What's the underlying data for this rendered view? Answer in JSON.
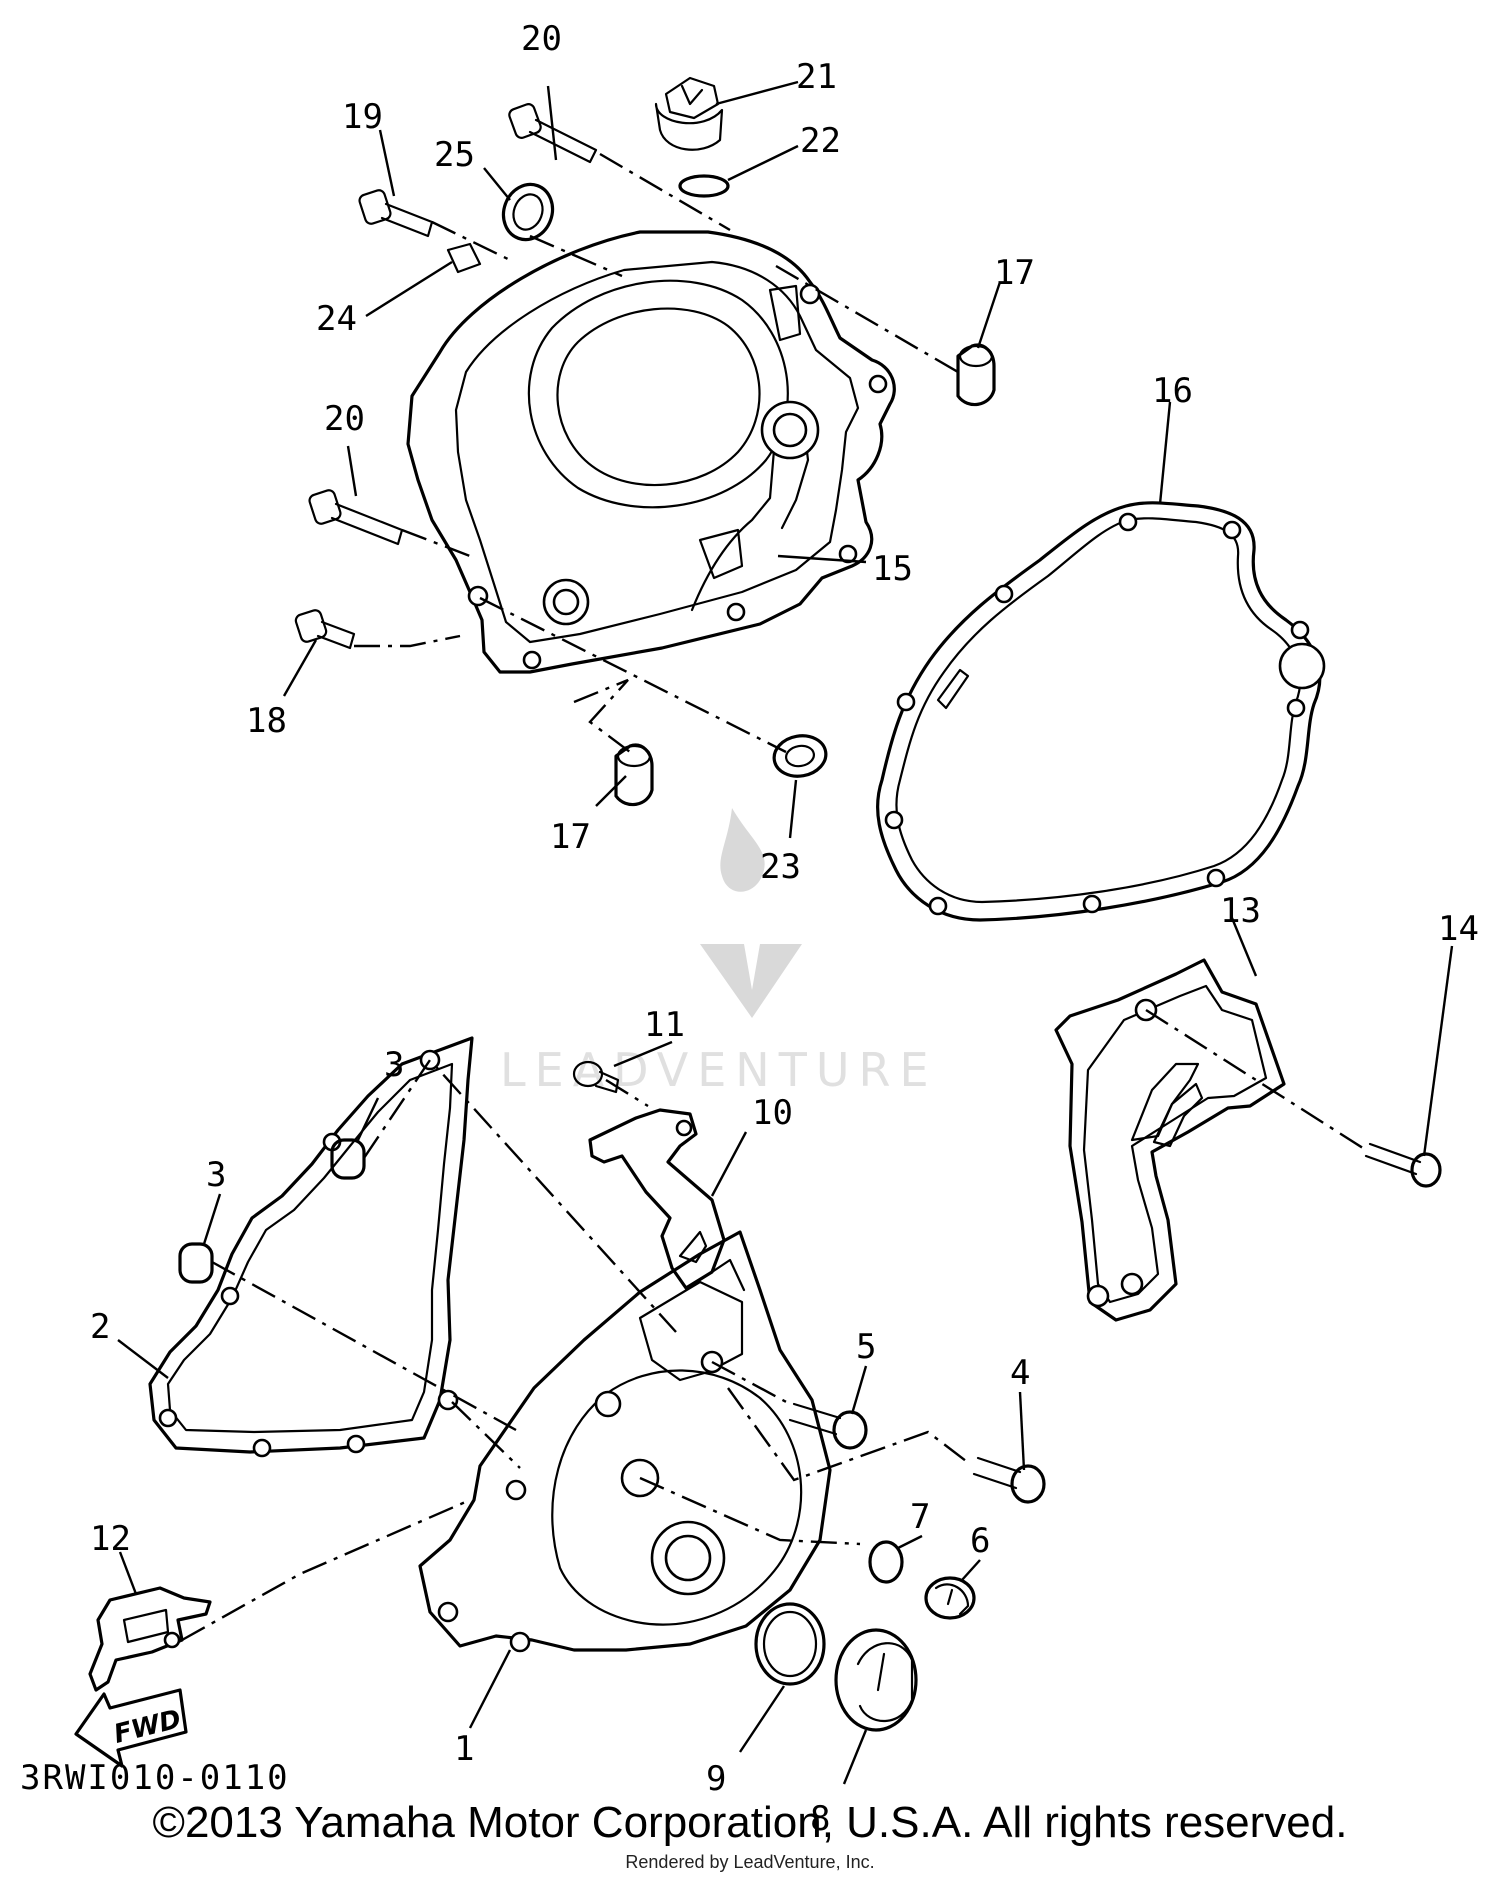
{
  "diagram_code": "3RWI010-0110",
  "copyright": "©2013 Yamaha Motor Corporation, U.S.A. All rights reserved.",
  "render_credit": "Rendered by LeadVenture, Inc.",
  "watermark_text": "LEADVENTURE",
  "fwd_label": "FWD",
  "callouts": {
    "c1": "1",
    "c2": "2",
    "c3a": "3",
    "c3b": "3",
    "c4": "4",
    "c5": "5",
    "c6": "6",
    "c7": "7",
    "c8": "8",
    "c9": "9",
    "c10": "10",
    "c11": "11",
    "c12": "12",
    "c13": "13",
    "c14": "14",
    "c15": "15",
    "c16": "16",
    "c17a": "17",
    "c17b": "17",
    "c18": "18",
    "c19": "19",
    "c20a": "20",
    "c20b": "20",
    "c21": "21",
    "c22": "22",
    "c23": "23",
    "c24": "24",
    "c25": "25"
  }
}
